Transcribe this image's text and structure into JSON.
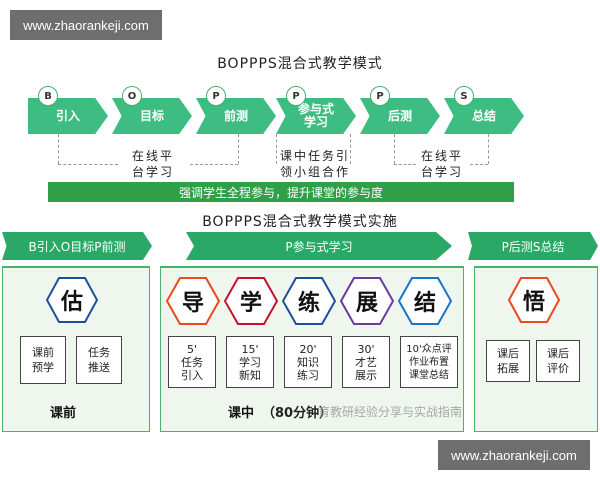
{
  "watermark_top": "www.zhaorankeji.com",
  "watermark_bottom": "www.zhaorankeji.com",
  "title_top": "BOPPPS混合式教学模式",
  "steps": [
    {
      "letter": "B",
      "label": "引入",
      "color": "#3dbd82"
    },
    {
      "letter": "O",
      "label": "目标",
      "color": "#3dbd82"
    },
    {
      "letter": "P",
      "label": "前测",
      "color": "#3dbd82"
    },
    {
      "letter": "P",
      "label": "参与式\n学习",
      "color": "#3dbd82"
    },
    {
      "letter": "P",
      "label": "后测",
      "color": "#3dbd82"
    },
    {
      "letter": "S",
      "label": "总结",
      "color": "#3dbd82"
    }
  ],
  "brackets": [
    {
      "text": "在线平\n台学习"
    },
    {
      "text": "课中任务引\n领小组合作"
    },
    {
      "text": "在线平\n台学习"
    }
  ],
  "band_text": "强调学生全程参与，提升课堂的参与度",
  "title_bottom": "BOPPPS混合式教学模式实施",
  "phases": [
    {
      "label": "B引入O目标P前测"
    },
    {
      "label": "P参与式学习"
    },
    {
      "label": "P后测S总结"
    }
  ],
  "left_panel": {
    "hex": "估",
    "boxes": [
      "课前\n预学",
      "任务\n推送"
    ],
    "stage": "课前"
  },
  "middle_panel": {
    "hexes": [
      {
        "char": "导",
        "color": "#e8491d"
      },
      {
        "char": "学",
        "color": "#c8102e"
      },
      {
        "char": "练",
        "color": "#1f4e9e"
      },
      {
        "char": "展",
        "color": "#6a3aa0"
      },
      {
        "char": "结",
        "color": "#1a73c8"
      }
    ],
    "boxes": [
      "5'\n任务\n引入",
      "15'\n学习\n新知",
      "20'\n知识\n练习",
      "30'\n才艺\n展示",
      "10'众点评\n作业布置\n课堂总结"
    ],
    "stage": "课中",
    "stage_note": "（80分钟）"
  },
  "right_panel": {
    "hex": "悟",
    "boxes": [
      "课后\n拓展",
      "课后\n评价"
    ]
  },
  "overlay_text": "育教研经验分享与实战指南"
}
